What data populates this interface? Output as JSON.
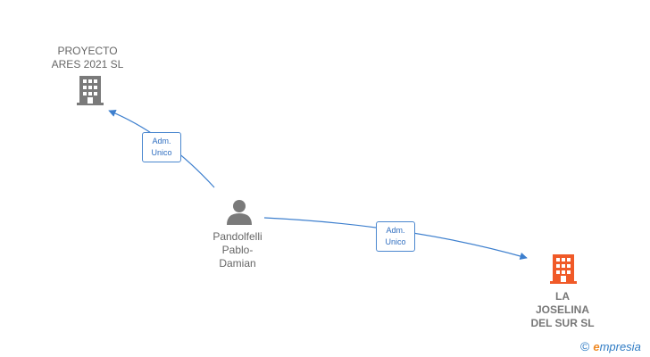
{
  "nodes": {
    "company_top": {
      "line1": "PROYECTO",
      "line2": "ARES 2021  SL",
      "icon": "building-icon",
      "color": "#7a7a7a"
    },
    "person": {
      "line1": "Pandolfelli",
      "line2": "Pablo-",
      "line3": "Damian",
      "icon": "person-icon",
      "color": "#7a7a7a"
    },
    "company_bottom": {
      "line1": "LA",
      "line2": "JOSELINA",
      "line3": "DEL SUR  SL",
      "icon": "building-icon",
      "color": "#f05a28"
    }
  },
  "edges": [
    {
      "from": "person",
      "to": "company_top",
      "label_line1": "Adm.",
      "label_line2": "Unico"
    },
    {
      "from": "person",
      "to": "company_bottom",
      "label_line1": "Adm.",
      "label_line2": "Unico"
    }
  ],
  "colors": {
    "edge": "#3d7fce",
    "edge_label": "#2f6ec0"
  },
  "brand": {
    "copyright": "©",
    "e": "e",
    "rest": "mpresia"
  }
}
